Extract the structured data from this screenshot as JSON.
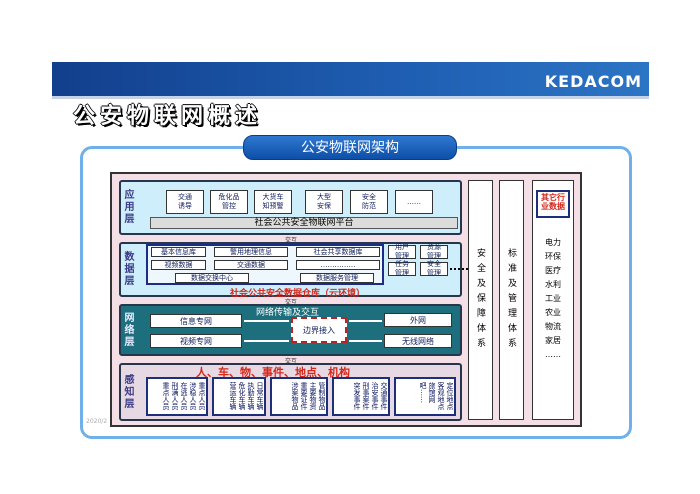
{
  "header": {
    "logo": "KEDACOM",
    "title": "公安物联网概述",
    "banner": "公安物联网架构",
    "footer": "2020/2"
  },
  "app": {
    "label": "应用层",
    "items": [
      "交通\n诱导",
      "危化品\n管控",
      "大货车\n知预警",
      "大型\n安保",
      "安全\n防范",
      "……"
    ],
    "platform": "社会公共安全物联网平台"
  },
  "data": {
    "label": "数据层",
    "items": [
      "基本信息库",
      "警用地理信息",
      "社会共享数据库",
      "视频数据",
      "交通数据",
      "……………",
      "数据交换中心",
      "数据服务管理"
    ],
    "mgmt": [
      "用户\n管理",
      "资源\n管理",
      "任务\n管理",
      "安全\n管理"
    ],
    "bar": "社会公共安全数据仓库（云环境）"
  },
  "net": {
    "label": "网络层",
    "left": [
      "信息专网",
      "视频专网"
    ],
    "title": "网络传输及交互",
    "center": "边界接入",
    "right": [
      "外网",
      "无线网络"
    ]
  },
  "sense": {
    "label": "感知层",
    "title": "人、车、物、事件、地点、机构",
    "groups": [
      [
        "重点人员",
        "涉稳人员",
        "在逃人员",
        "刑满人员",
        "重点人员"
      ],
      [
        "日常车辆",
        "执勤车辆",
        "危化车辆",
        "营运车辆"
      ],
      [
        "管制物品",
        "主要物资",
        "重要证件",
        "涉案物品"
      ],
      [
        "交通事件",
        "治安事件",
        "刑事案件",
        "突发事件"
      ],
      [
        "定位地点",
        "客观地点",
        "旅馆网吧",
        "……"
      ]
    ]
  },
  "side": {
    "security": "安全及保障体系",
    "standard": "标准及管理体系",
    "other_title": "其它行业数据",
    "other_items": [
      "电力",
      "环保",
      "医疗",
      "水利",
      "工业",
      "农业",
      "物流",
      "家居",
      "……"
    ]
  },
  "conn": "交互"
}
